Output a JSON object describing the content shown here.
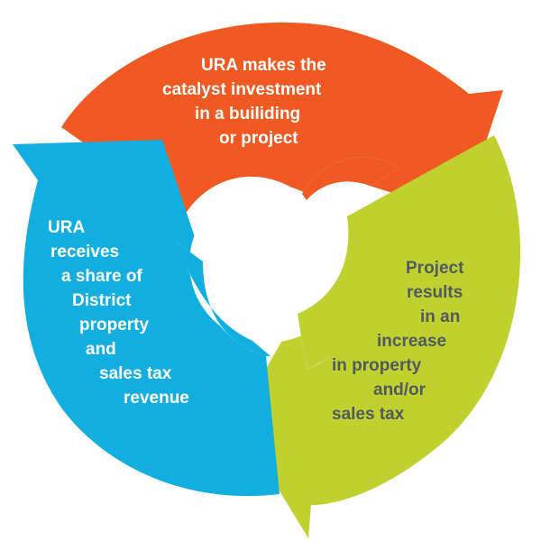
{
  "cycle": {
    "colors": {
      "orange": "#f05a22",
      "green": "#c0d12f",
      "blue": "#12aee0",
      "dark_text": "#505a5f",
      "light_text": "#ffffff"
    },
    "steps": [
      {
        "lines": [
          "URA makes the",
          "catalyst investment",
          "in a builiding",
          "or project"
        ]
      },
      {
        "lines": [
          "Project",
          "results",
          "in an",
          "increase",
          "in property",
          "and/or",
          "sales tax"
        ]
      },
      {
        "lines": [
          "URA",
          "receives",
          "a share of",
          "District",
          "property",
          "and",
          "sales tax",
          "revenue"
        ]
      }
    ]
  }
}
